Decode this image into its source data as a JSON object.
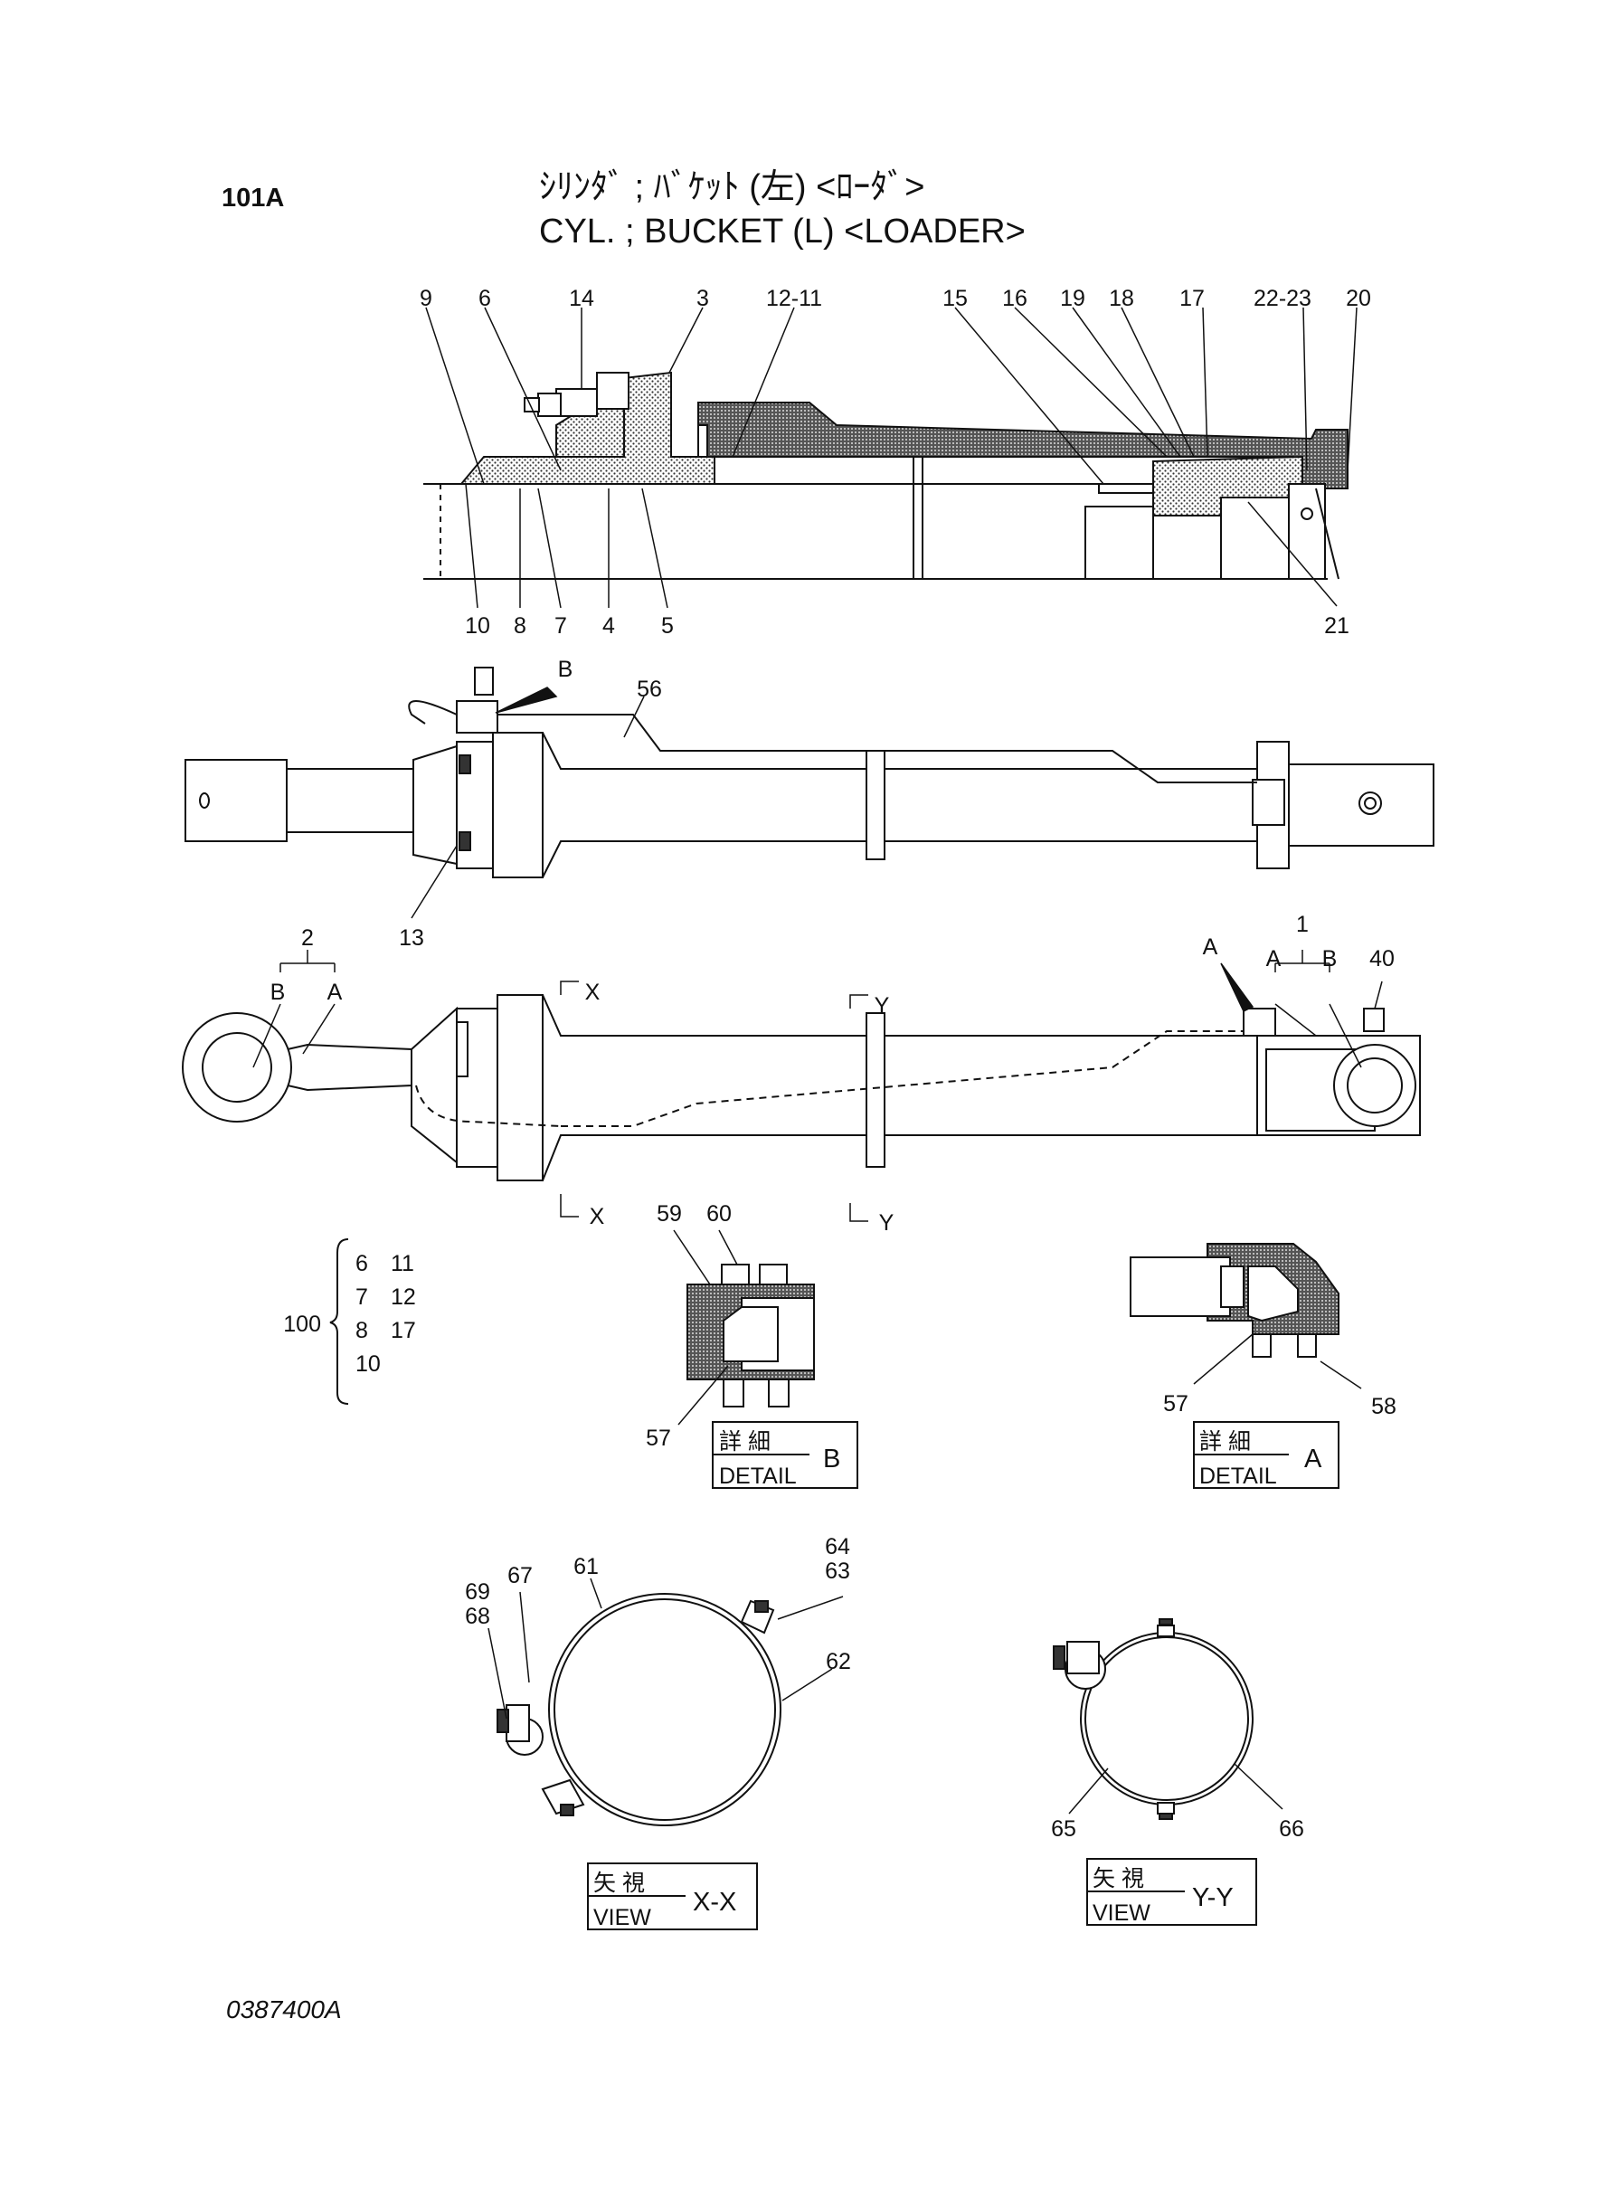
{
  "header": {
    "page_code": "101A",
    "title_jp": "ｼﾘﾝﾀﾞ ; ﾊﾞｹｯﾄ (左) <ﾛｰﾀﾞ>",
    "title_en": "CYL. ; BUCKET (L) <LOADER>"
  },
  "footer": {
    "drawing_no": "0387400A"
  },
  "callouts": {
    "section": [
      "9",
      "6",
      "14",
      "3",
      "12-11",
      "15",
      "16",
      "19",
      "18",
      "17",
      "22-23",
      "20",
      "10",
      "8",
      "7",
      "4",
      "5",
      "21"
    ],
    "side": [
      "B",
      "56",
      "13"
    ],
    "plan": [
      "2",
      "B",
      "A",
      "X",
      "Y",
      "A",
      "1",
      "A",
      "B",
      "40",
      "X",
      "Y"
    ],
    "detail": [
      "59",
      "60",
      "57",
      "57",
      "58"
    ],
    "views": [
      "64",
      "63",
      "67",
      "61",
      "69",
      "68",
      "62",
      "65",
      "66"
    ]
  },
  "kit": {
    "number": "100",
    "items": [
      "6",
      "11",
      "7",
      "12",
      "8",
      "17",
      "10"
    ]
  },
  "boxes": {
    "detail_b": {
      "jp": "詳 細",
      "en": "DETAIL",
      "id": "B"
    },
    "detail_a": {
      "jp": "詳 細",
      "en": "DETAIL",
      "id": "A"
    },
    "view_x": {
      "jp": "矢 視",
      "en": "VIEW",
      "id": "X-X"
    },
    "view_y": {
      "jp": "矢 視",
      "en": "VIEW",
      "id": "Y-Y"
    }
  }
}
